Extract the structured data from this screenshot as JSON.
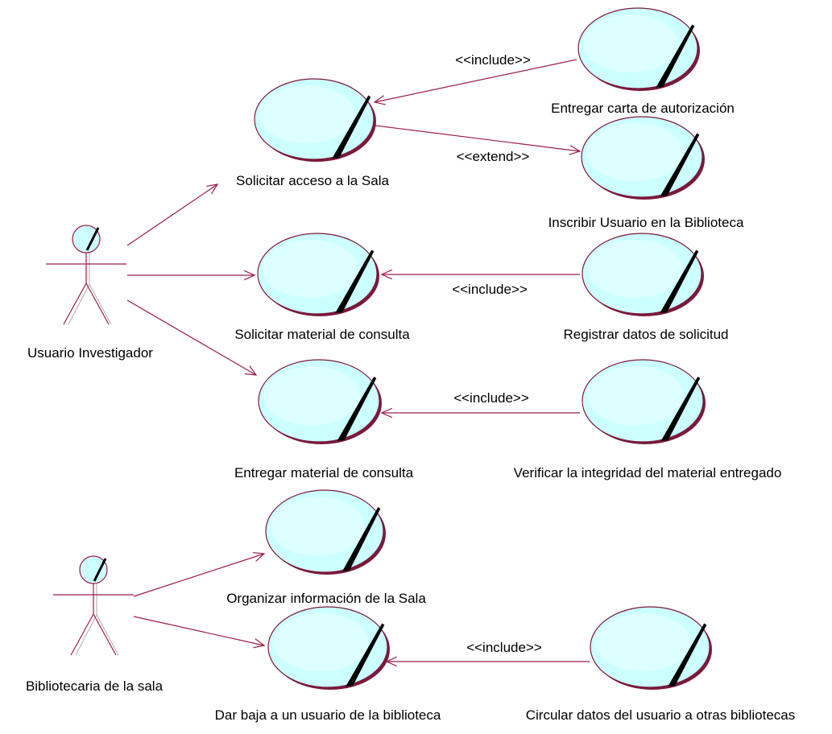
{
  "colors": {
    "usecase_fill": "#ccffff",
    "usecase_highlight": "#ecffff",
    "line": "#9c1e4e",
    "icon_slash": "#000000"
  },
  "actors": [
    {
      "id": "a1",
      "label": "Usuario Investigador",
      "icon": "stick-figure-actor-icon"
    },
    {
      "id": "a2",
      "label": "Bibliotecaria de la sala",
      "icon": "stick-figure-actor-icon"
    }
  ],
  "use_cases": [
    {
      "id": "u1",
      "label": "Solicitar acceso a la Sala"
    },
    {
      "id": "u2",
      "label": "Entregar carta de autorización"
    },
    {
      "id": "u3",
      "label": "Inscribir Usuario en la Biblioteca"
    },
    {
      "id": "u4",
      "label": "Solicitar material de consulta"
    },
    {
      "id": "u5",
      "label": "Registrar datos de solicitud"
    },
    {
      "id": "u6",
      "label": "Entregar material de consulta"
    },
    {
      "id": "u7",
      "label": "Verificar la integridad del material entregado"
    },
    {
      "id": "u8",
      "label": "Organizar información de la Sala"
    },
    {
      "id": "u9",
      "label": "Dar baja a un usuario de la biblioteca"
    },
    {
      "id": "u10",
      "label": "Circular datos del usuario a otras bibliotecas"
    }
  ],
  "associations": [
    {
      "from": "a1",
      "to": "u1"
    },
    {
      "from": "a1",
      "to": "u4"
    },
    {
      "from": "a1",
      "to": "u6"
    },
    {
      "from": "a2",
      "to": "u8"
    },
    {
      "from": "a2",
      "to": "u9"
    }
  ],
  "dependencies": [
    {
      "from": "u2",
      "to": "u1",
      "stereotype": "<<include>>"
    },
    {
      "from": "u1",
      "to": "u3",
      "stereotype": "<<extend>>"
    },
    {
      "from": "u5",
      "to": "u4",
      "stereotype": "<<include>>"
    },
    {
      "from": "u7",
      "to": "u6",
      "stereotype": "<<include>>"
    },
    {
      "from": "u10",
      "to": "u9",
      "stereotype": "<<include>>"
    }
  ]
}
